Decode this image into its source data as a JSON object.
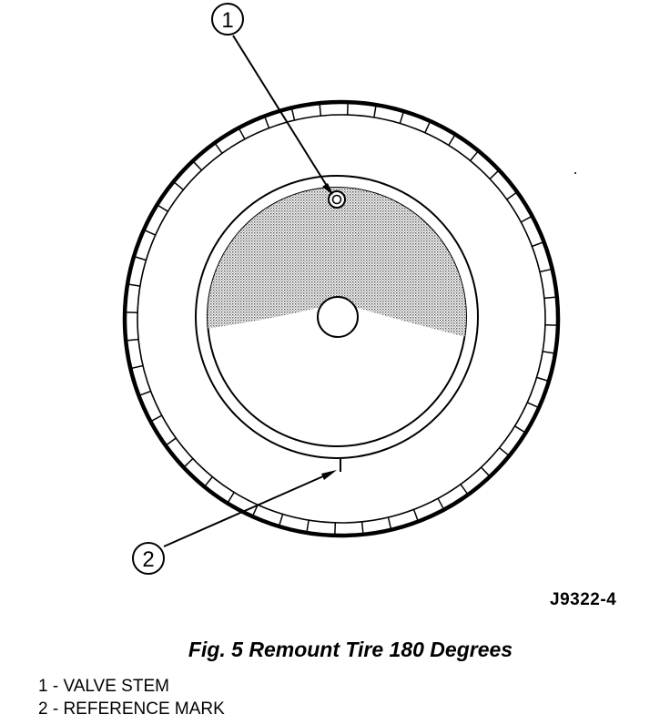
{
  "callouts": [
    {
      "number": "1"
    },
    {
      "number": "2"
    }
  ],
  "figure_id": "J9322-4",
  "caption": "Fig. 5 Remount Tire 180 Degrees",
  "legend": [
    "1 - VALVE STEM",
    "2 - REFERENCE MARK"
  ],
  "tread_block_count": 48
}
